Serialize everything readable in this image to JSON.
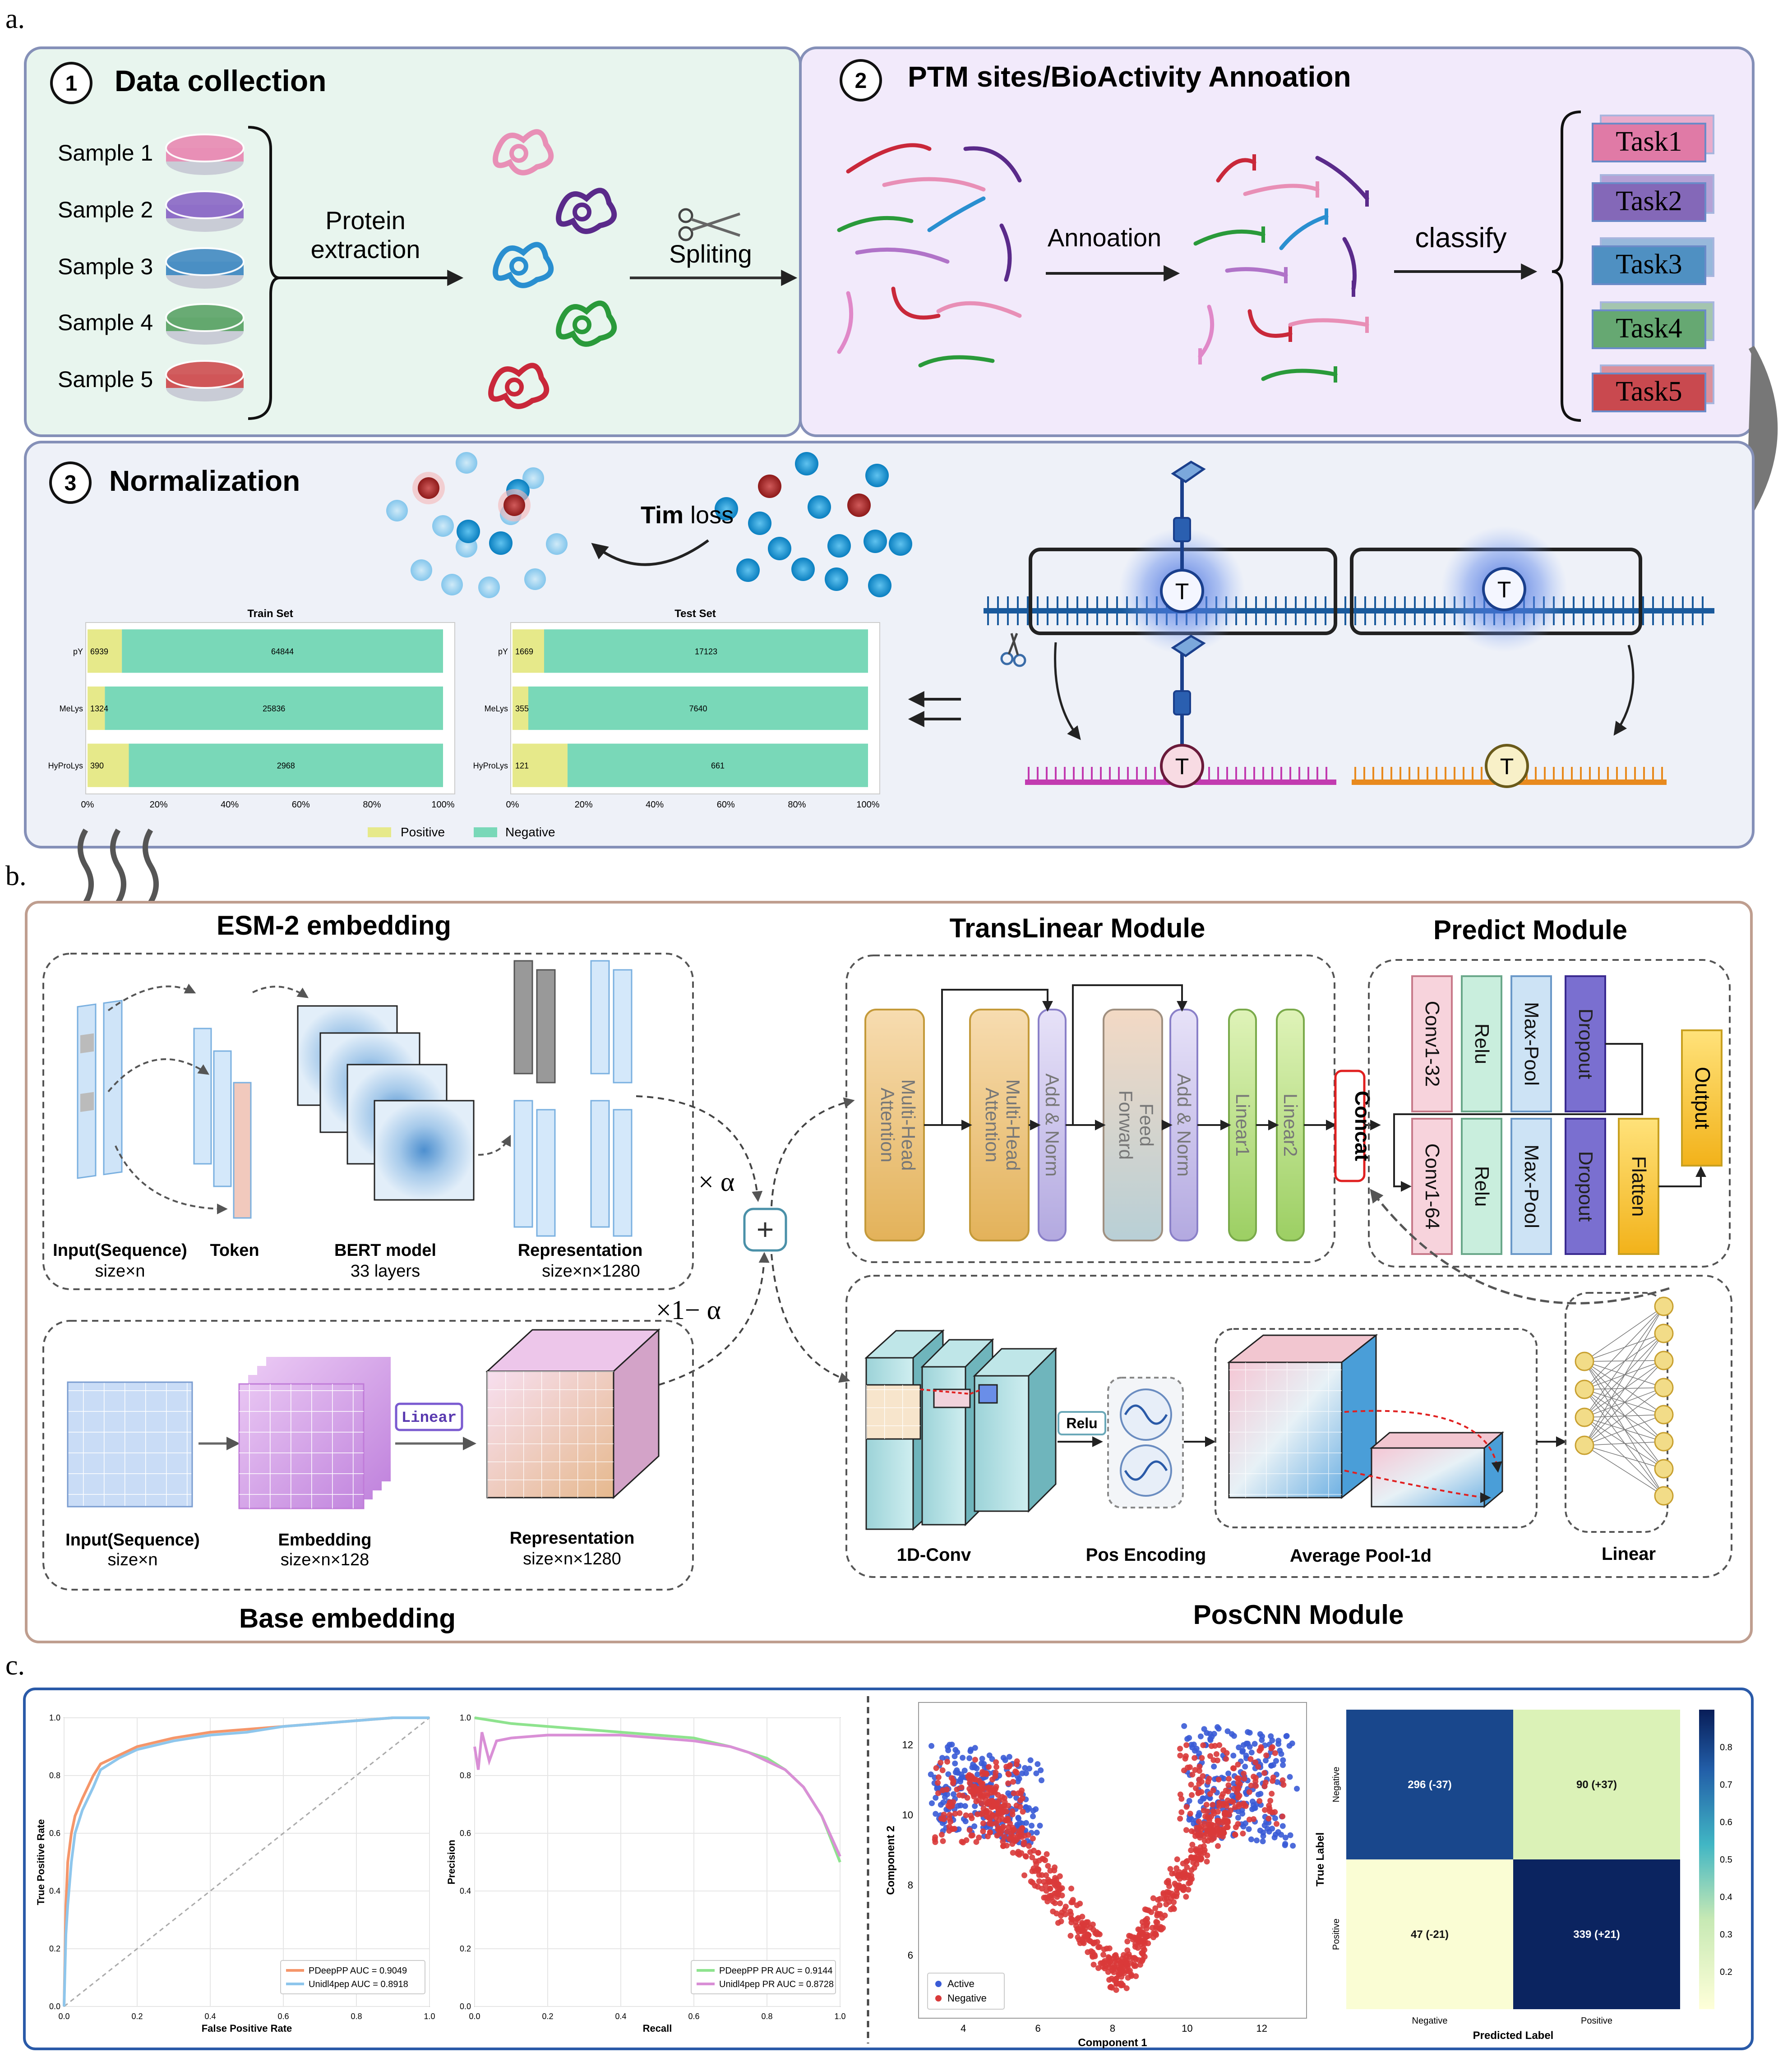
{
  "panels": {
    "a": "a.",
    "b": "b.",
    "c": "c."
  },
  "a": {
    "step1": {
      "num": "1",
      "title": "Data collection"
    },
    "samples": [
      "Sample 1",
      "Sample 2",
      "Sample 3",
      "Sample 4",
      "Sample 5"
    ],
    "sample_colors": [
      "#e88fb6",
      "#8f6fc8",
      "#4a8fc4",
      "#63a86e",
      "#d05658"
    ],
    "extraction": [
      "Protein",
      "extraction"
    ],
    "spliting": "Spliting",
    "step2": {
      "num": "2",
      "title": "PTM sites/BioActivity Annoation"
    },
    "annoation": "Annoation",
    "classify": "classify",
    "tasks": [
      "Task1",
      "Task2",
      "Task3",
      "Task4",
      "Task5"
    ],
    "task_colors": [
      "#e07aa6",
      "#8468b8",
      "#4f90c2",
      "#66a872",
      "#c9494f"
    ],
    "step3": {
      "num": "3",
      "title": "Normalization"
    },
    "tim_loss": {
      "bold": "Tim",
      "rest": " loss"
    },
    "t_label": "T"
  },
  "chart_data": [
    {
      "type": "bar",
      "title": "Train Set",
      "categories": [
        "pY",
        "MeLys",
        "HyProLys"
      ],
      "series": [
        {
          "name": "Positive",
          "values": [
            6939,
            1324,
            390
          ]
        },
        {
          "name": "Negative",
          "values": [
            64844,
            25836,
            2968
          ]
        }
      ],
      "xticks": [
        "0%",
        "20%",
        "40%",
        "60%",
        "80%",
        "100%"
      ],
      "stacked_percent": true
    },
    {
      "type": "bar",
      "title": "Test Set",
      "categories": [
        "pY",
        "MeLys",
        "HyProLys"
      ],
      "series": [
        {
          "name": "Positive",
          "values": [
            1669,
            355,
            121
          ]
        },
        {
          "name": "Negative",
          "values": [
            17123,
            7640,
            661
          ]
        }
      ],
      "xticks": [
        "0%",
        "20%",
        "40%",
        "60%",
        "80%",
        "100%"
      ],
      "stacked_percent": true
    },
    {
      "type": "line",
      "xlabel": "False Positive Rate",
      "ylabel": "True Positive Rate",
      "xlim": [
        0,
        1
      ],
      "ylim": [
        0,
        1
      ],
      "xticks": [
        "0.0",
        "0.2",
        "0.4",
        "0.6",
        "0.8",
        "1.0"
      ],
      "yticks": [
        "0.0",
        "0.2",
        "0.4",
        "0.6",
        "0.8",
        "1.0"
      ],
      "series": [
        {
          "name": "PDeepPP AUC = 0.9049",
          "x": [
            0,
            0.005,
            0.01,
            0.02,
            0.03,
            0.05,
            0.08,
            0.1,
            0.15,
            0.2,
            0.3,
            0.4,
            0.5,
            0.6,
            0.7,
            0.8,
            0.9,
            1
          ],
          "y": [
            0,
            0.35,
            0.5,
            0.6,
            0.66,
            0.72,
            0.8,
            0.84,
            0.87,
            0.9,
            0.93,
            0.95,
            0.96,
            0.97,
            0.98,
            0.99,
            1,
            1
          ]
        },
        {
          "name": "Unidl4pep AUC = 0.8918",
          "x": [
            0,
            0.005,
            0.01,
            0.02,
            0.03,
            0.05,
            0.08,
            0.1,
            0.15,
            0.2,
            0.3,
            0.4,
            0.5,
            0.6,
            0.7,
            0.8,
            0.9,
            1
          ],
          "y": [
            0,
            0.25,
            0.35,
            0.5,
            0.6,
            0.68,
            0.76,
            0.82,
            0.86,
            0.89,
            0.92,
            0.94,
            0.95,
            0.97,
            0.98,
            0.99,
            1,
            1
          ]
        }
      ],
      "colors": [
        "#f5966a",
        "#8ec6ec"
      ],
      "diagonal": true
    },
    {
      "type": "line",
      "xlabel": "Recall",
      "ylabel": "Precision",
      "xlim": [
        0,
        1
      ],
      "ylim": [
        0,
        1
      ],
      "xticks": [
        "0.0",
        "0.2",
        "0.4",
        "0.6",
        "0.8",
        "1.0"
      ],
      "yticks": [
        "0.0",
        "0.2",
        "0.4",
        "0.6",
        "0.8",
        "1.0"
      ],
      "series": [
        {
          "name": "PDeepPP PR AUC = 0.9144",
          "x": [
            0,
            0.05,
            0.1,
            0.2,
            0.3,
            0.4,
            0.5,
            0.6,
            0.7,
            0.75,
            0.8,
            0.85,
            0.9,
            0.95,
            1
          ],
          "y": [
            1,
            0.99,
            0.98,
            0.97,
            0.96,
            0.95,
            0.94,
            0.93,
            0.9,
            0.88,
            0.86,
            0.82,
            0.76,
            0.66,
            0.5
          ]
        },
        {
          "name": "Unidl4pep PR AUC = 0.8728",
          "x": [
            0,
            0.01,
            0.02,
            0.04,
            0.06,
            0.1,
            0.2,
            0.3,
            0.4,
            0.5,
            0.6,
            0.7,
            0.75,
            0.8,
            0.85,
            0.9,
            0.95,
            1
          ],
          "y": [
            0.9,
            0.82,
            0.95,
            0.85,
            0.92,
            0.93,
            0.94,
            0.94,
            0.94,
            0.93,
            0.92,
            0.9,
            0.88,
            0.85,
            0.82,
            0.76,
            0.66,
            0.52
          ]
        }
      ],
      "colors": [
        "#8ee38e",
        "#d98fd6"
      ]
    },
    {
      "type": "scatter",
      "xlabel": "Component 1",
      "ylabel": "Component 2",
      "xlim": [
        2.8,
        13.2
      ],
      "ylim": [
        4.2,
        13.2
      ],
      "xticks": [
        "4",
        "6",
        "8",
        "10",
        "12"
      ],
      "yticks": [
        "6",
        "8",
        "10",
        "12"
      ],
      "series": [
        {
          "name": "Active",
          "color": "#3a5bd6"
        },
        {
          "name": "Negative",
          "color": "#d93a3a"
        }
      ]
    },
    {
      "type": "heatmap",
      "xlabel": "Predicted Label",
      "ylabel": "True Label",
      "categories": [
        "Negative",
        "Positive"
      ],
      "cells": [
        [
          "296 (-37)",
          "90 (+37)"
        ],
        [
          "47 (-21)",
          "339 (+21)"
        ]
      ],
      "values": [
        [
          0.77,
          0.23
        ],
        [
          0.12,
          0.88
        ]
      ],
      "colorbar_ticks": [
        "0.2",
        "0.3",
        "0.4",
        "0.5",
        "0.6",
        "0.7",
        "0.8"
      ]
    }
  ],
  "legend": {
    "positive": "Positive",
    "negative": "Negative"
  },
  "b": {
    "esm_title": "ESM-2 embedding",
    "input_seq": "Input(Sequence)",
    "size_n": "size×n",
    "token": "Token",
    "bert": "BERT model",
    "layers": "33 layers",
    "representation": "Representation",
    "size_1280": "size×n×1280",
    "alpha": "× α",
    "one_minus_alpha": "×1− α",
    "plus": "+",
    "base_title": "Base embedding",
    "embedding": "Embedding",
    "size_128": "size×n×128",
    "linear_tag": "Linear",
    "translinear_title": "TransLinear Module",
    "tl_blocks": [
      "Multi-Head Attention",
      "Multi-Head Attention",
      "Add & Norm",
      "Feed Forward",
      "Add & Norm",
      "Linear1",
      "Linear2"
    ],
    "concat": "Concat",
    "predict_title": "Predict Module",
    "pred_row1": [
      "Conv1-32",
      "Relu",
      "Max-Pool",
      "Dropout"
    ],
    "pred_row2": [
      "Conv1-64",
      "Relu",
      "Max-Pool",
      "Dropout",
      "Flatten"
    ],
    "output": "Output",
    "poscnn_title": "PosCNN Module",
    "conv1d": "1D-Conv",
    "relu": "Relu",
    "pos_enc": "Pos Encoding",
    "avgpool": "Average Pool-1d",
    "linear": "Linear"
  }
}
